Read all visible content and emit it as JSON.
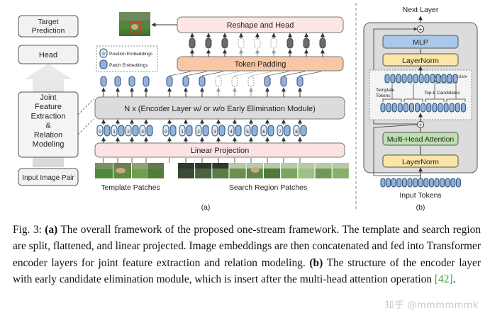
{
  "left_column": {
    "target": "Target\nPrediction",
    "head": "Head",
    "joint": "Joint\nFeature\nExtraction\n&\nRelation\nModeling",
    "input": "Input Image Pair"
  },
  "panel_a": {
    "reshape_head": "Reshape and Head",
    "token_padding": "Token Padding",
    "encoder": "N x (Encoder Layer w/ or w/o Early Elimination Module)",
    "linear_projection": "Linear Projection",
    "legend_position": "Position Embeddings",
    "legend_patch": "Patch Embeddings",
    "template_patches": "Template Patches",
    "search_patches": "Search Region Patches",
    "label": "(a)",
    "pos_digits": [
      "0",
      "1",
      "2",
      "3",
      "0",
      "1",
      "2",
      "3",
      "4",
      "5",
      "6",
      "7",
      "8"
    ]
  },
  "panel_b": {
    "next_layer": "Next Layer",
    "mlp": "MLP",
    "layernorm_top": "LayerNorm",
    "early_elim": "Early Candidate\nElimination",
    "template_tokens": "Template\nTokens",
    "topk": "Top-k Candidates",
    "mha": "Multi-Head Attention",
    "layernorm_bottom": "LayerNorm",
    "input_tokens": "Input Tokens",
    "label": "(b)"
  },
  "caption": {
    "prefix": "Fig. 3: ",
    "a_marker": "(a)",
    "a_text": " The overall framework of the proposed one-stream framework. The template and search region are split, flattened, and linear projected. Image embeddings are then concatenated and fed into Transformer encoder layers for joint feature extraction and relation modeling. ",
    "b_marker": "(b)",
    "b_text": " The structure of the encoder layer with early candidate elimination module, which is insert after the multi-head attention operation ",
    "ref": "[42]",
    "end": "."
  },
  "watermark": "知乎 @mmmmmmk",
  "colors": {
    "pink": "#f6dcdc",
    "orange": "#f7c7a6",
    "grey_box": "#d9d9d9",
    "token_blue": "#8fb3dc",
    "token_stroke": "#2b4a6e",
    "mlp_blue": "#a9c8ea",
    "yellow": "#fbe6a6",
    "green": "#bfe0b1",
    "panel_b_bg": "#dcdcdc",
    "citation_green": "#3aa33a"
  }
}
